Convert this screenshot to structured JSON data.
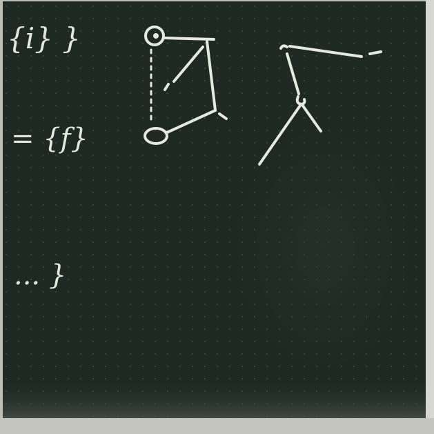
{
  "image": {
    "subject": "chalkboard",
    "colors": {
      "board": "#1f2a24",
      "board_dark": "#16201b",
      "frame": "#b9bab4",
      "chalk": "#e6e9e2",
      "dots": "#3f4a43"
    }
  },
  "chalk_notes": {
    "line1": "{i} }",
    "line2": "= {f}",
    "line3": "... }"
  }
}
